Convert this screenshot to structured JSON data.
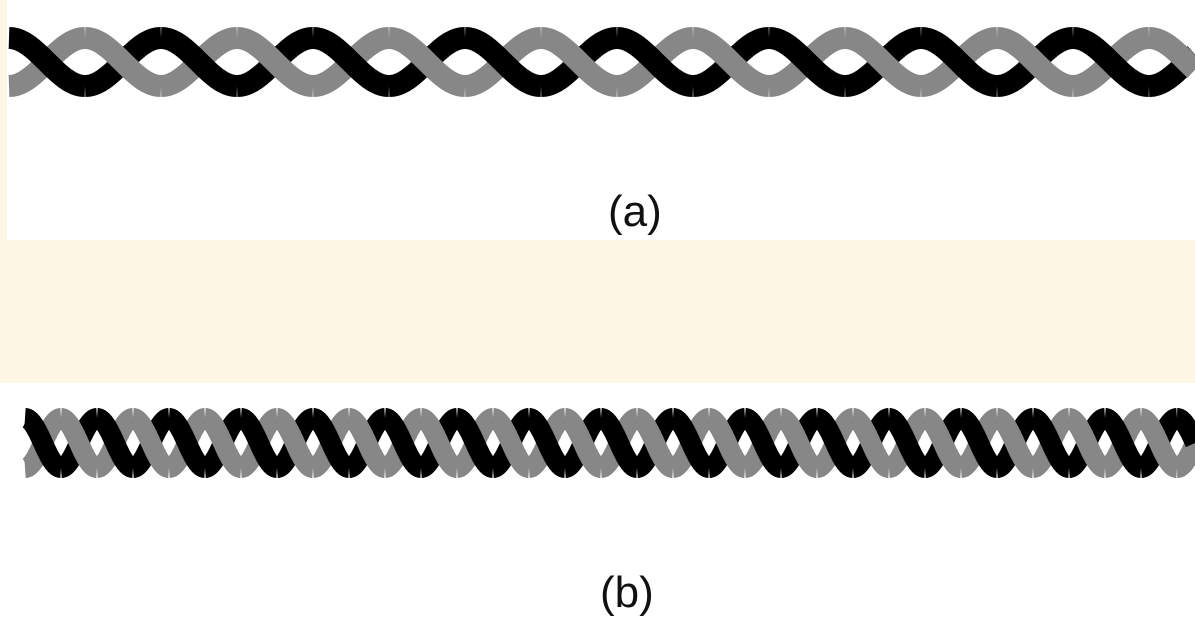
{
  "panels": [
    {
      "label": "(a)",
      "strand_colors": [
        "#000000",
        "#878787"
      ],
      "twist": "loose"
    },
    {
      "label": "(b)",
      "strand_colors": [
        "#000000",
        "#878787"
      ],
      "twist": "tight"
    }
  ],
  "colors": {
    "background": "#ffffff",
    "highlight_band": "#fef6e4",
    "strand_dark": "#000000",
    "strand_light": "#878787"
  }
}
